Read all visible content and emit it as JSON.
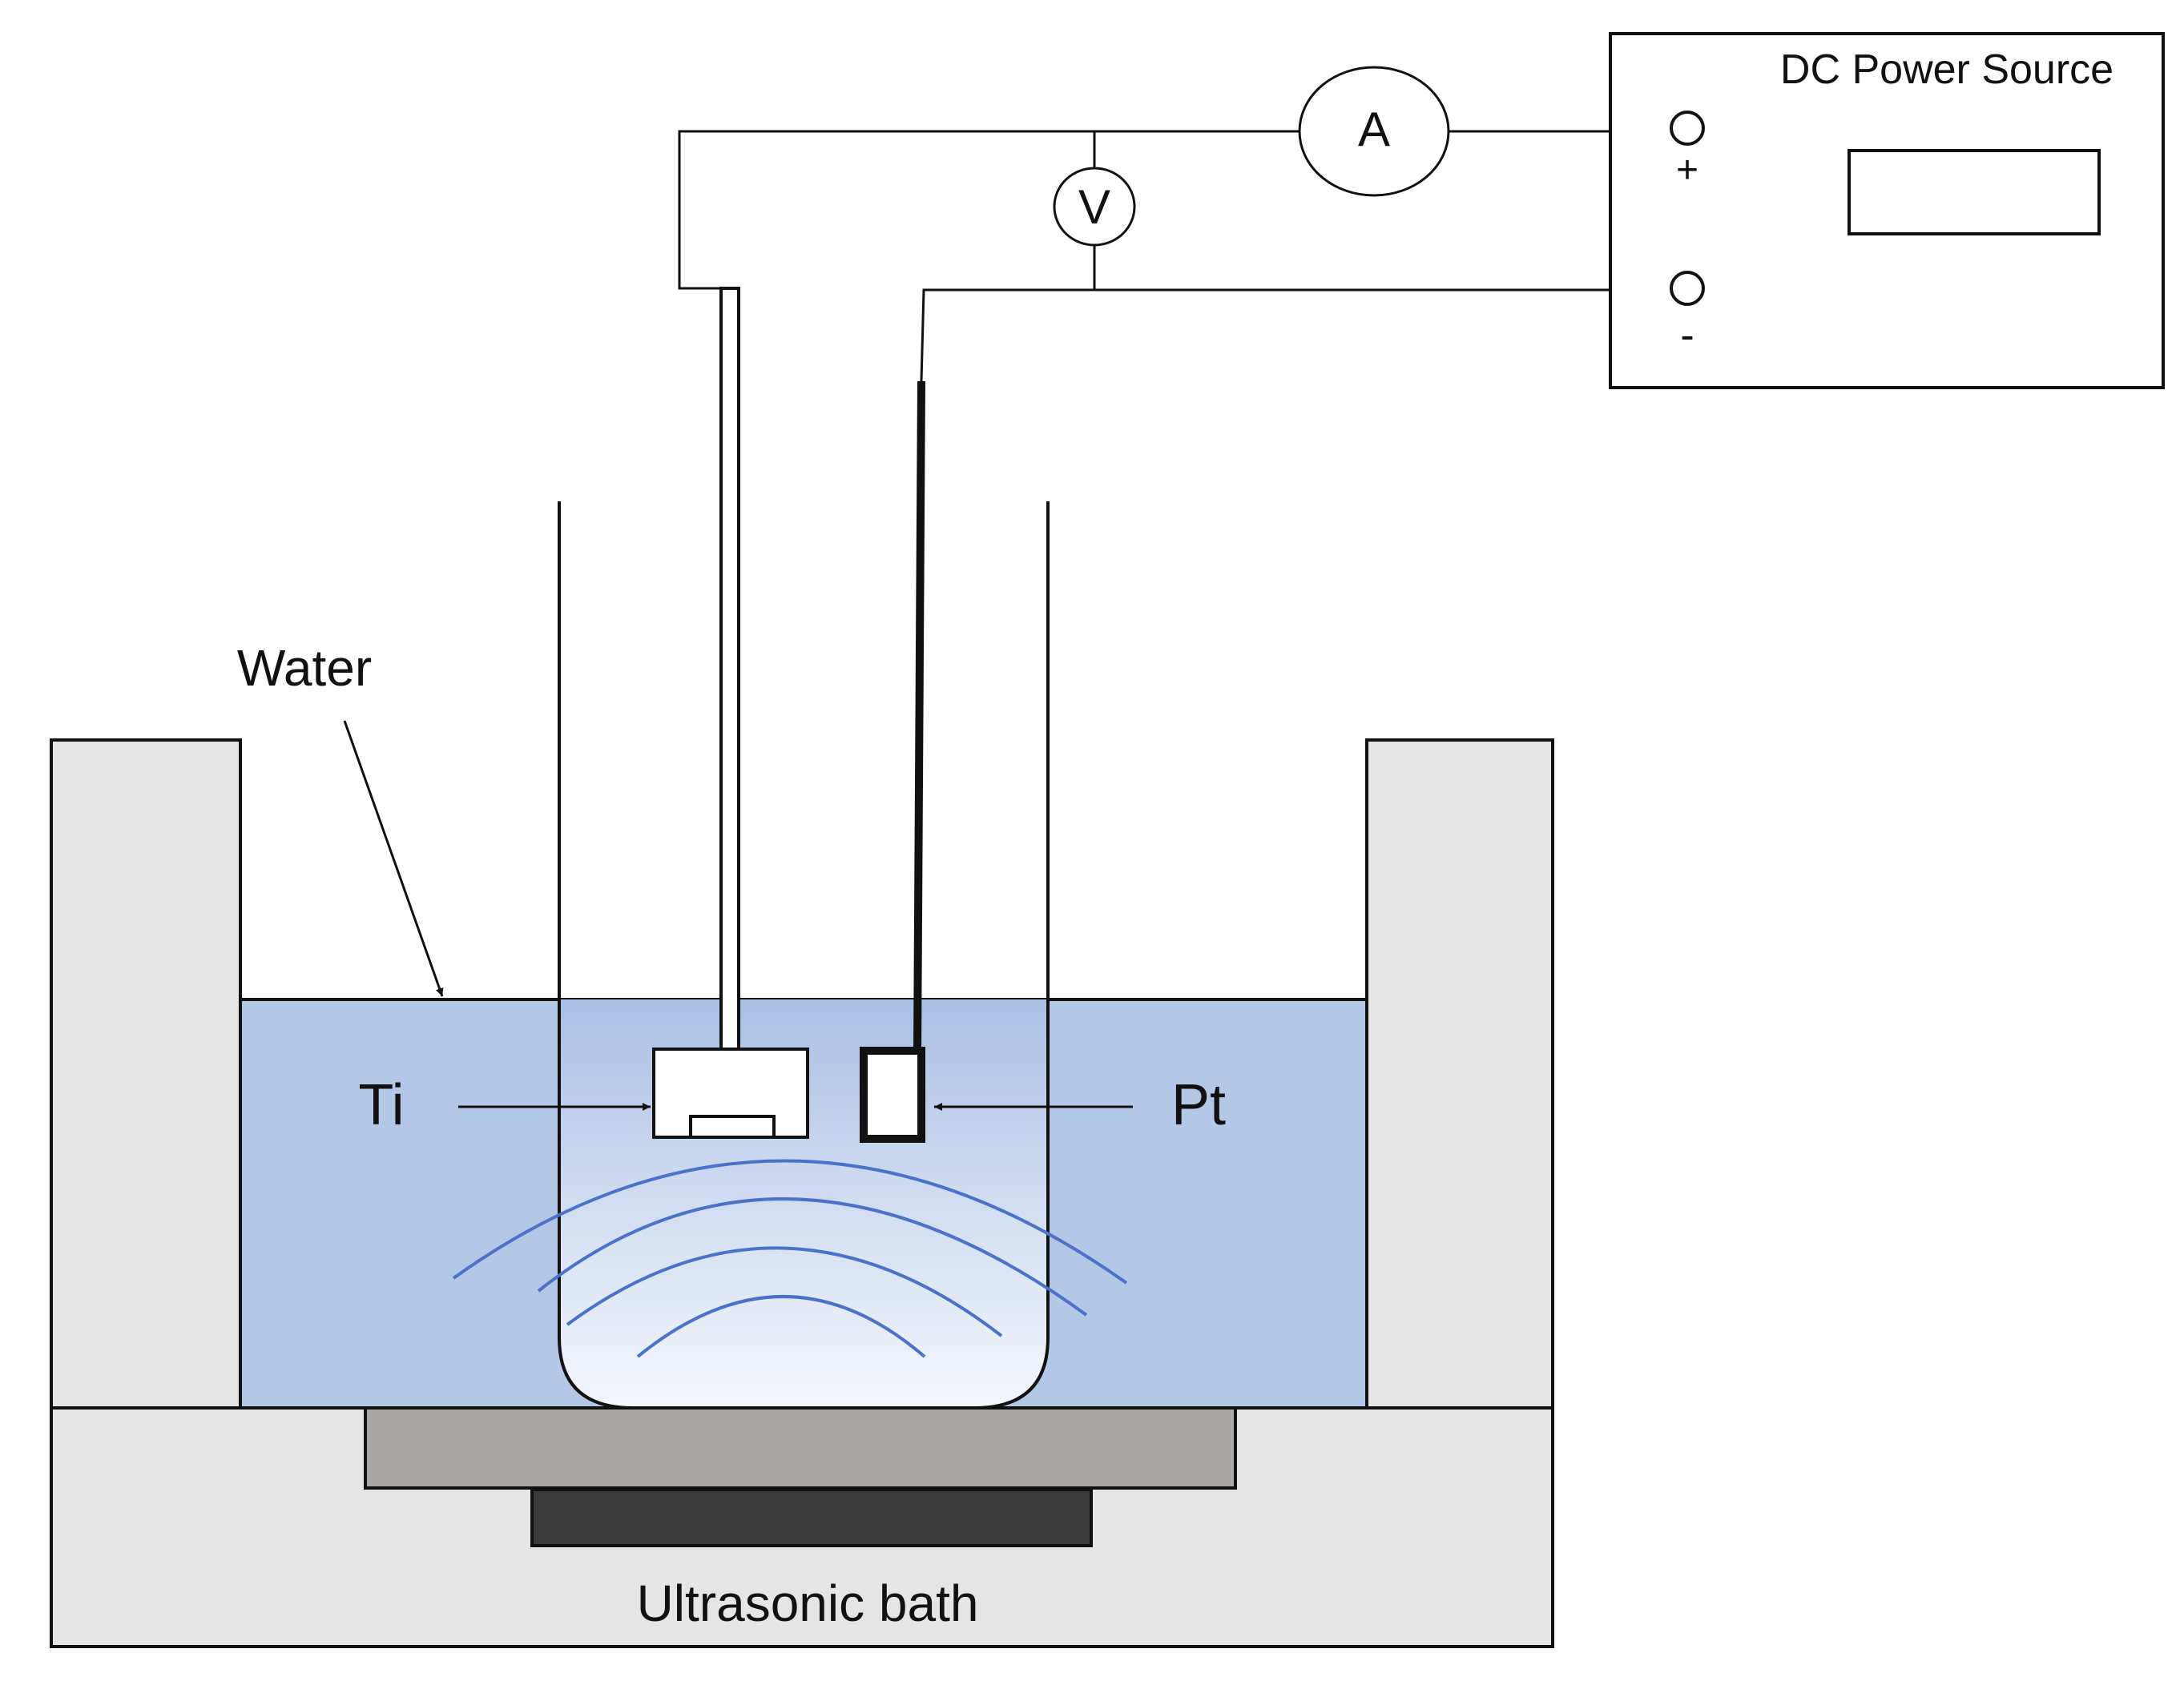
{
  "labels": {
    "dc_power_source": "DC Power Source",
    "ammeter": "A",
    "voltmeter": "V",
    "plus": "+",
    "minus": "-",
    "water": "Water",
    "ti": "Ti",
    "pt": "Pt",
    "ultrasonic_bath": "Ultrasonic bath"
  },
  "colors": {
    "line": "#111111",
    "bath_wall": "#e5e5e5",
    "water": "#b3c7e6",
    "beaker_top": "#a9bfe4",
    "beaker_bottom": "#f4f7fc",
    "wave": "#4a72c9",
    "plate": "#aba7a6",
    "transducer": "#3a3a3a"
  }
}
